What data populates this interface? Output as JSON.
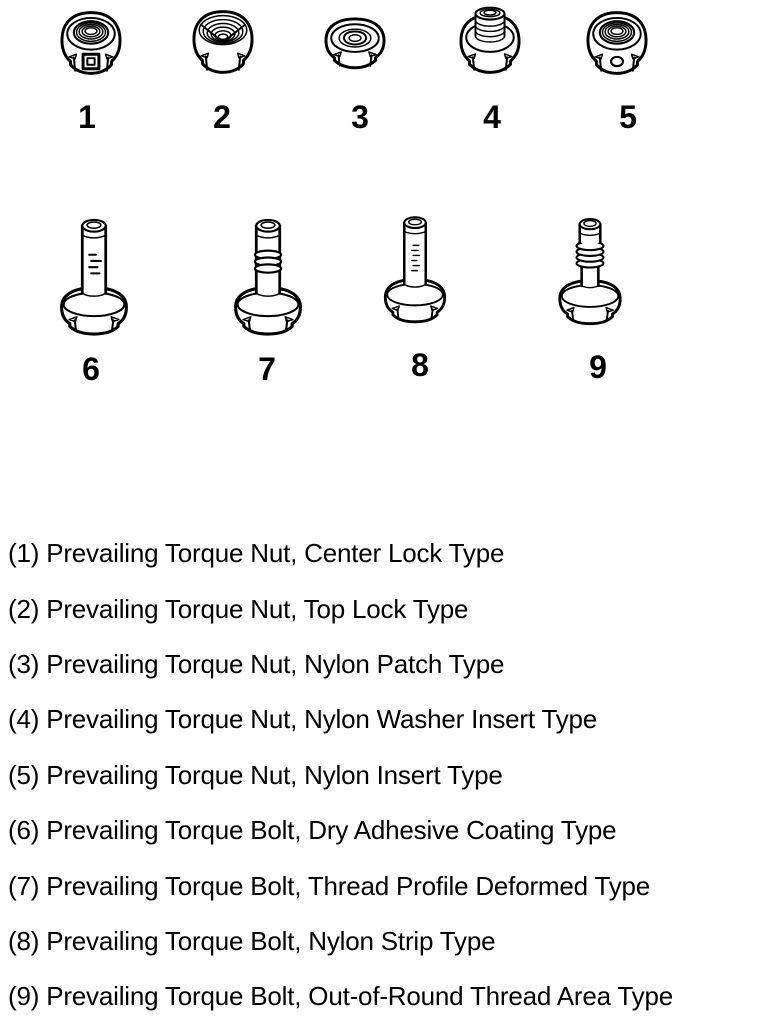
{
  "page": {
    "background": "#ffffff",
    "line_color": "#000000"
  },
  "figure": {
    "row1_labels": [
      "1",
      "2",
      "3",
      "4",
      "5"
    ],
    "row2_labels": [
      "6",
      "7",
      "8",
      "9"
    ]
  },
  "legend": {
    "items": [
      "(1) Prevailing Torque Nut, Center Lock Type",
      "(2) Prevailing Torque Nut, Top Lock Type",
      "(3) Prevailing Torque Nut, Nylon Patch Type",
      "(4) Prevailing Torque Nut, Nylon Washer Insert Type",
      "(5) Prevailing Torque Nut, Nylon Insert Type",
      "(6) Prevailing Torque Bolt, Dry Adhesive Coating Type",
      "(7) Prevailing Torque Bolt, Thread Profile Deformed Type",
      "(8) Prevailing Torque Bolt, Nylon Strip Type",
      "(9) Prevailing Torque Bolt, Out-of-Round Thread Area Type"
    ]
  }
}
